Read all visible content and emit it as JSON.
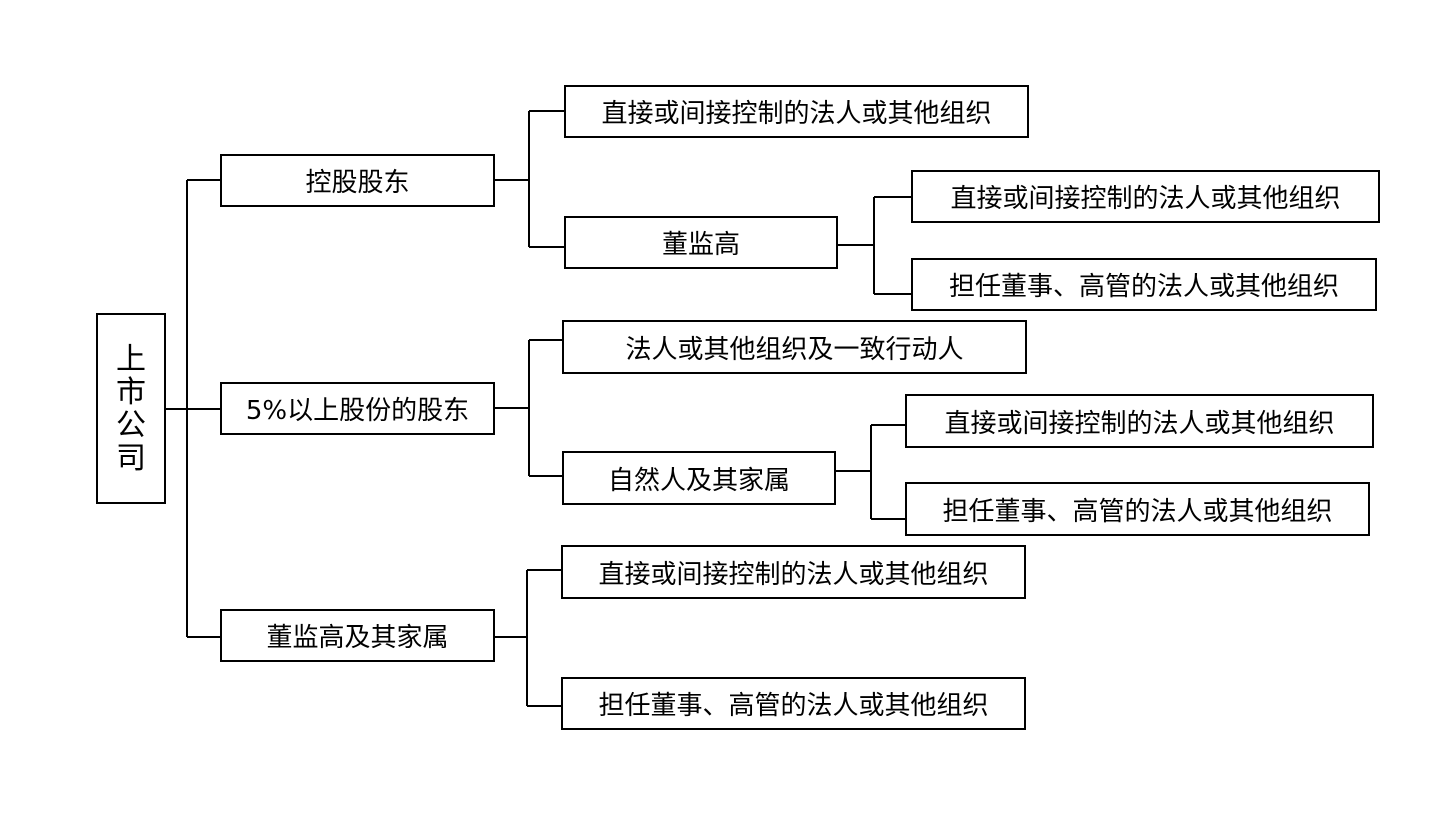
{
  "diagram": {
    "root": {
      "chars": [
        "上",
        "市",
        "公",
        "司"
      ]
    },
    "controlling_shareholder": {
      "label": "控股股东",
      "direct_control": "直接或间接控制的法人或其他组织",
      "executives": {
        "label": "董监高",
        "direct_control": "直接或间接控制的法人或其他组织",
        "serving_as": "担任董事、高管的法人或其他组织"
      }
    },
    "major_shareholder": {
      "label": "5%以上股份的股东",
      "legal_entity": "法人或其他组织及一致行动人",
      "natural_person": {
        "label": "自然人及其家属",
        "direct_control": "直接或间接控制的法人或其他组织",
        "serving_as": "担任董事、高管的法人或其他组织"
      }
    },
    "executives_family": {
      "label": "董监高及其家属",
      "direct_control": "直接或间接控制的法人或其他组织",
      "serving_as": "担任董事、高管的法人或其他组织"
    }
  }
}
